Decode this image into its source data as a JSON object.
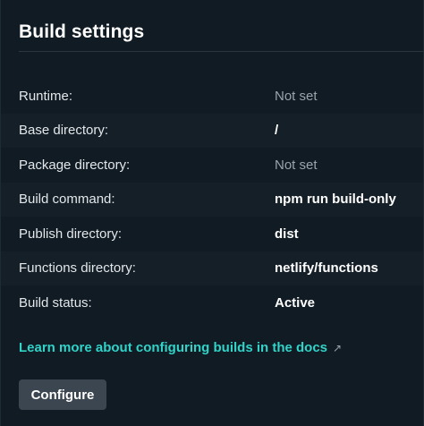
{
  "section": {
    "title": "Build settings"
  },
  "settings": [
    {
      "label": "Runtime:",
      "value": "Not set",
      "muted": true
    },
    {
      "label": "Base directory:",
      "value": "/",
      "muted": false
    },
    {
      "label": "Package directory:",
      "value": "Not set",
      "muted": true
    },
    {
      "label": "Build command:",
      "value": "npm run build-only",
      "muted": false
    },
    {
      "label": "Publish directory:",
      "value": "dist",
      "muted": false
    },
    {
      "label": "Functions directory:",
      "value": "netlify/functions",
      "muted": false
    },
    {
      "label": "Build status:",
      "value": "Active",
      "muted": false
    }
  ],
  "docs_link": {
    "text": "Learn more about configuring builds in the docs",
    "icon": "external-arrow-icon",
    "arrow_glyph": "↗"
  },
  "configure_button": {
    "label": "Configure"
  },
  "colors": {
    "background": "#101b23",
    "link": "#32d3c9",
    "button": "#3b4650",
    "muted_text": "#9aa4ab"
  }
}
